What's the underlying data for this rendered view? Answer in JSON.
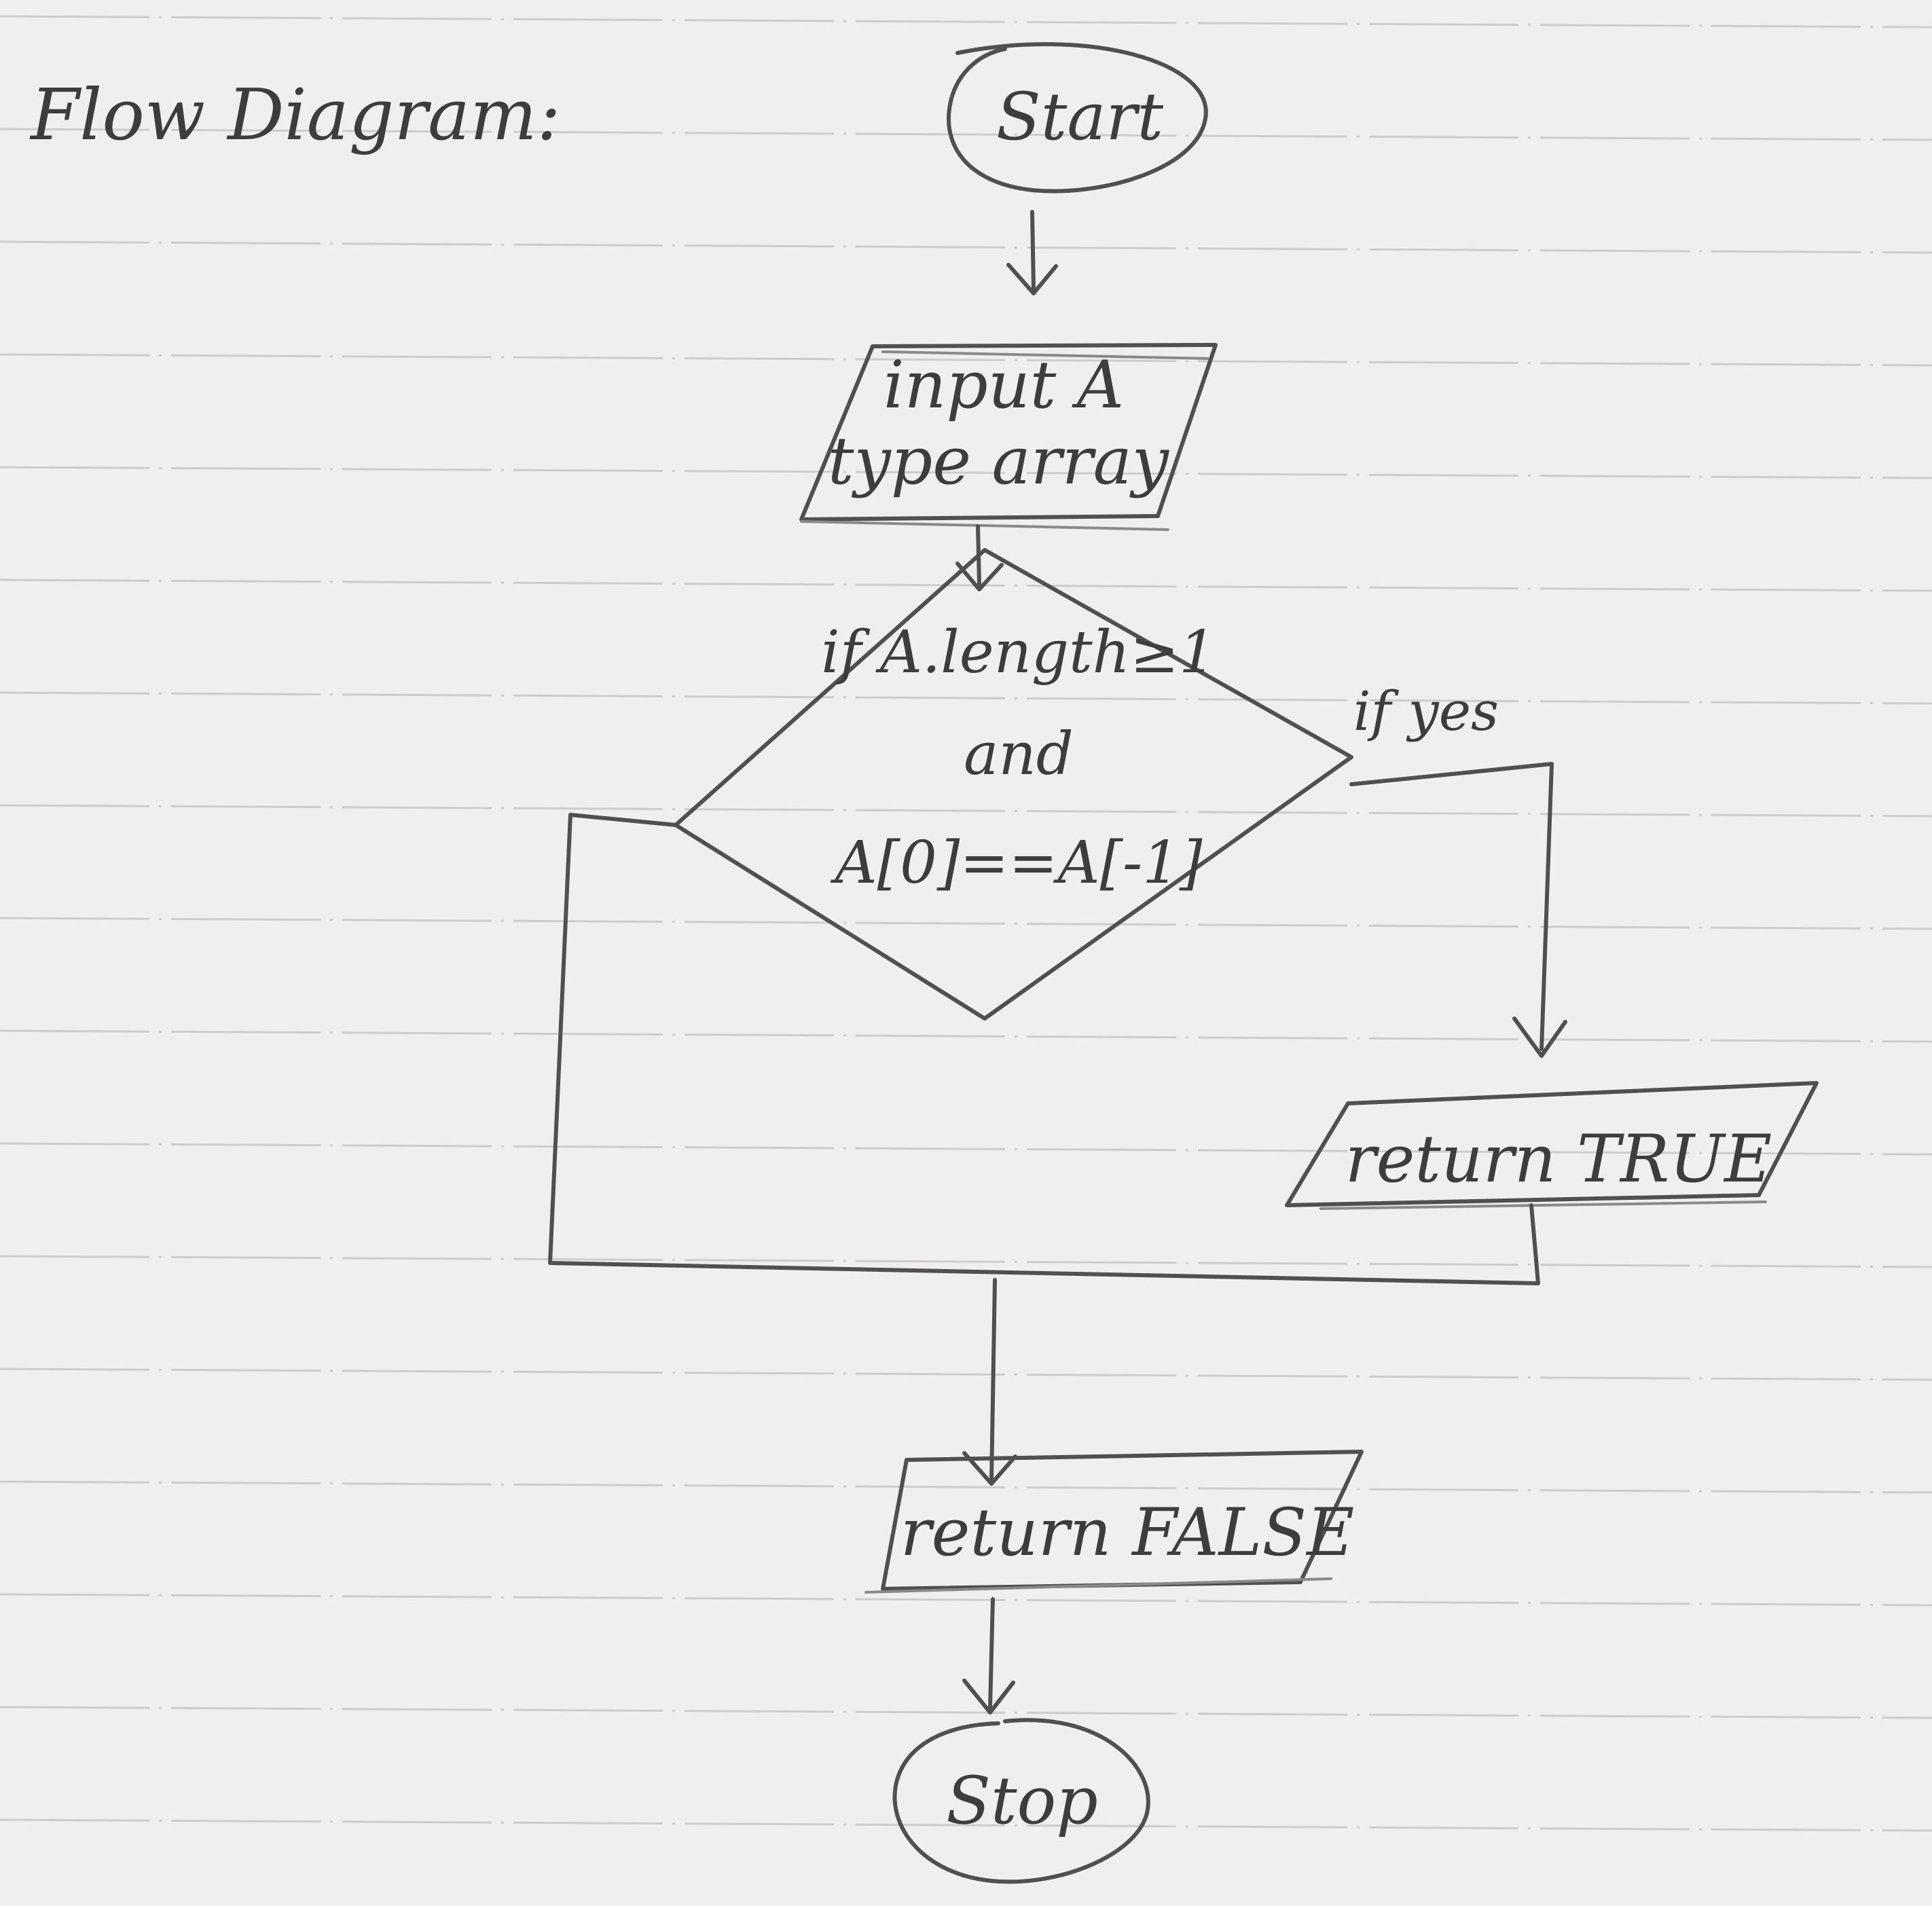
{
  "title": "Flow Diagram:",
  "nodes": {
    "start": "Start",
    "input_line1": "input A",
    "input_line2": "type array",
    "decision_line1": "if A.length≥1",
    "decision_line2": "and",
    "decision_line3": "A[0]==A[-1]",
    "return_true": "return TRUE",
    "return_false": "return FALSE",
    "stop": "Stop"
  },
  "edges": {
    "yes_label": "if yes"
  },
  "colors": {
    "paper": "#f1efed",
    "rule": "#cfcbc8",
    "pencil": "#505050"
  }
}
